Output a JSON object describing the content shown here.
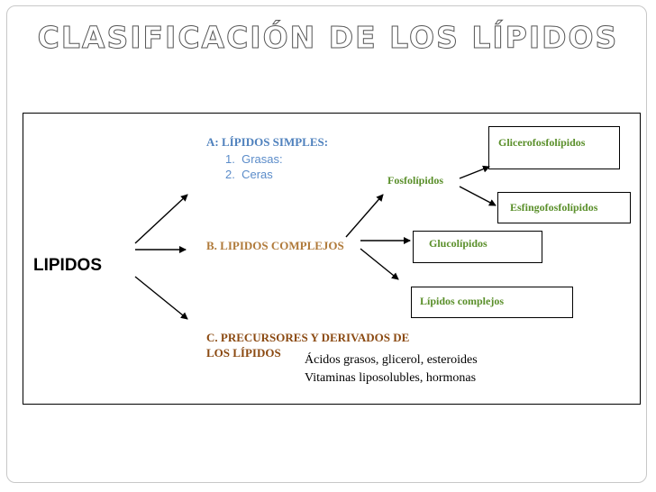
{
  "title": "CLASIFICACIÓN DE LOS LÍPIDOS",
  "main_label": "LIPIDOS",
  "simple": {
    "heading": "A: LÍPIDOS SIMPLES:",
    "items": [
      {
        "num": "1.",
        "text": "Grasas:"
      },
      {
        "num": "2.",
        "text": "Ceras"
      }
    ]
  },
  "complex": {
    "heading": "B. LIPIDOS COMPLEJOS",
    "fosfolipidos": "Fosfolípidos",
    "glicerofosfolipidos": "Glicerofosfolípidos",
    "esfingofosfolipidos": "Esfingofosfolípidos",
    "glucolipidos": "Glucolípidos",
    "lipidos_complejos": "Lípidos complejos"
  },
  "precursors": {
    "heading_line1": "C. PRECURSORES Y DERIVADOS DE",
    "heading_line2": "LOS LÍPIDOS",
    "examples_line1": "Ácidos grasos, glicerol, esteroides",
    "examples_line2": "Vitaminas liposolubles, hormonas"
  },
  "colors": {
    "simple": "#4f81bd",
    "complex": "#b07a3a",
    "precursors": "#8b4a12",
    "subtypes": "#5a8f2a"
  }
}
